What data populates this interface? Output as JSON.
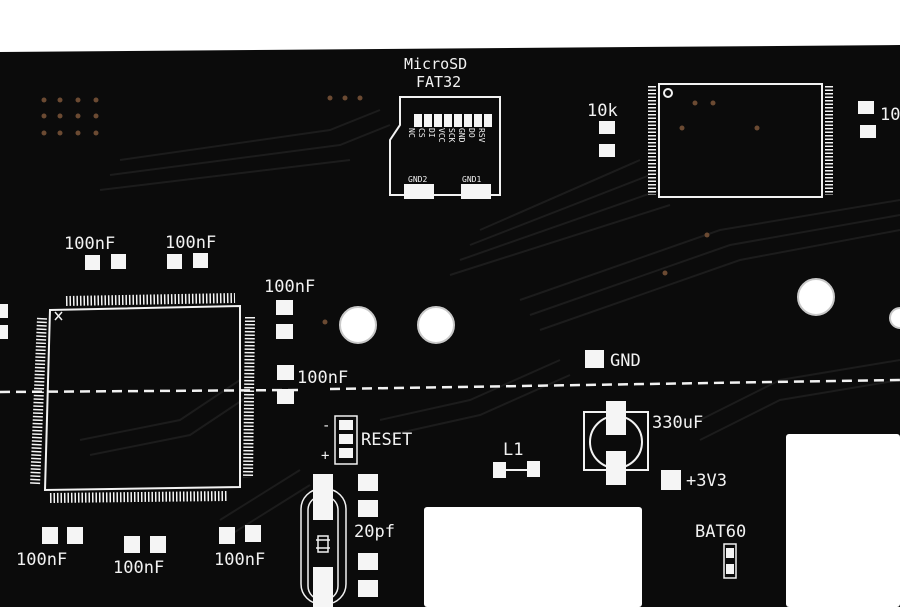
{
  "board": {
    "colors": {
      "board": "#0b0b0b",
      "silkscreen": "#f2f2f2",
      "pad": "#f5f5f5",
      "background": "#ffffff"
    },
    "microsd": {
      "title": "MicroSD",
      "subtitle": "FAT32",
      "pins": [
        "NC",
        "CS",
        "DI",
        "VCC",
        "SCK",
        "GND",
        "DO",
        "RSV"
      ],
      "gnd_left": "GND2",
      "gnd_right": "GND1"
    },
    "labels": {
      "r_10k": "10k",
      "r_10k_edge": "10",
      "cap_top_left": "100nF",
      "cap_top_mid": "100nF",
      "cap_right_top": "100nF",
      "cap_right_mid": "100nF",
      "gnd": "GND",
      "reset": "RESET",
      "reset_minus": "-",
      "reset_plus": "+",
      "l1": "L1",
      "cap_330": "330uF",
      "v33": "+3V3",
      "cap_bottom_1": "100nF",
      "cap_bottom_2": "100nF",
      "cap_bottom_3": "100nF",
      "cap_20pf": "20pf",
      "bat": "BAT60"
    }
  }
}
